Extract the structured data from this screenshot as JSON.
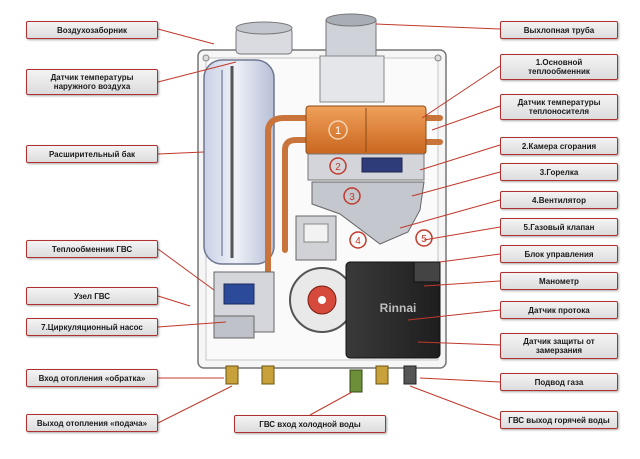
{
  "colors": {
    "label_border": "#b03030",
    "leader": "#c0392b",
    "heat_exchanger": "#d9752a",
    "pipe_copper": "#c8743a",
    "control_unit": "#2e2e2e",
    "tank": "#e1e5f1"
  },
  "labels": {
    "air_intake": "Воздухозаборник",
    "outdoor_temp_sensor": "Датчик температуры наружного воздуха",
    "expansion_tank": "Расширительный бак",
    "dhw_heat_exchanger": "Теплообменник ГВС",
    "dhw_unit": "Узел ГВС",
    "circulation_pump": "7.Циркуляционный насос",
    "heating_return": "Вход отопления «обратка»",
    "heating_supply": "Выход отопления «подача»",
    "dhw_cold_in": "ГВС вход холодной воды",
    "exhaust_pipe": "Выхлопная труба",
    "main_heat_exchanger": "1.Основной теплообменник",
    "coolant_temp_sensor": "Датчик температуры теплоносителя",
    "combustion_chamber": "2.Камера сгорания",
    "burner": "3.Горелка",
    "fan": "4.Вентилятор",
    "gas_valve": "5.Газовый клапан",
    "control_unit": "Блок управления",
    "pressure_gauge": "Манометр",
    "flow_sensor": "Датчик протока",
    "freeze_sensor": "Датчик защиты от замерзания",
    "gas_inlet": "Подвод газа",
    "dhw_hot_out": "ГВС выход горячей воды"
  },
  "markers": [
    "1",
    "2",
    "3",
    "4",
    "5"
  ],
  "brand": "Rinnai"
}
